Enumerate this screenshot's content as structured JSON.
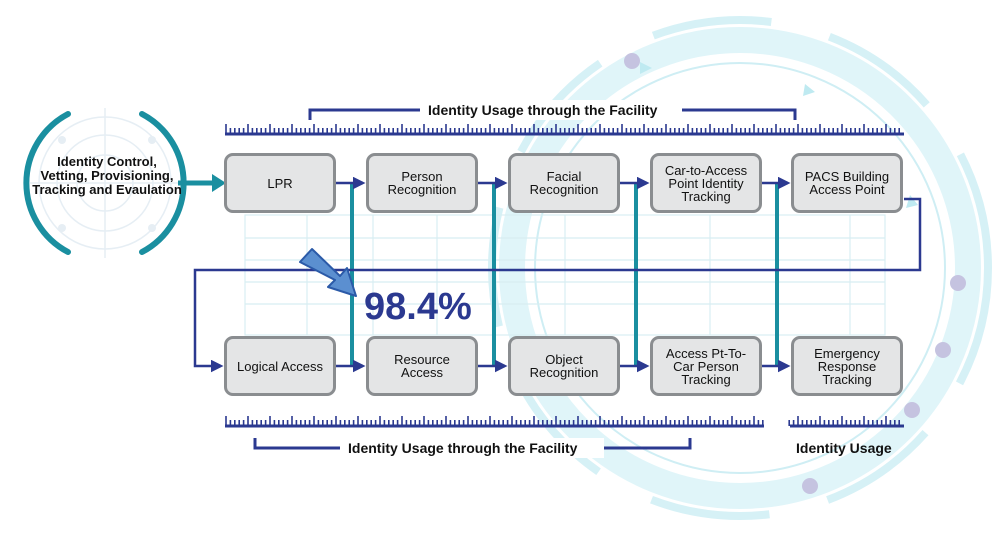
{
  "source": {
    "label": "Identity Control, Vetting, Provisioning, Tracking and Evaulation"
  },
  "top_banner": {
    "label": "Identity Usage through the Facility"
  },
  "bottom_banner": {
    "label": "Identity Usage through the Facility"
  },
  "right_banner": {
    "label": "Identity Usage"
  },
  "stat": {
    "value": "98.4%"
  },
  "top_row": [
    {
      "label": "LPR"
    },
    {
      "label": "Person Recognition"
    },
    {
      "label": "Facial Recognition"
    },
    {
      "label": "Car-to-Access Point Identity Tracking"
    },
    {
      "label": "PACS Building Access Point"
    }
  ],
  "bottom_row": [
    {
      "label": "Logical Access"
    },
    {
      "label": "Resource Access"
    },
    {
      "label": "Object Recognition"
    },
    {
      "label": "Access Pt-To-Car Person Tracking"
    },
    {
      "label": "Emergency Response Tracking"
    }
  ],
  "colors": {
    "navy": "#2b3990",
    "teal": "#1a8fa0",
    "box_fill": "#e4e5e6",
    "box_border": "#8a8d90",
    "ring_light": "#dff4f8",
    "dot": "#c5c3e0",
    "callout_arrow": "#5b8fd0"
  }
}
